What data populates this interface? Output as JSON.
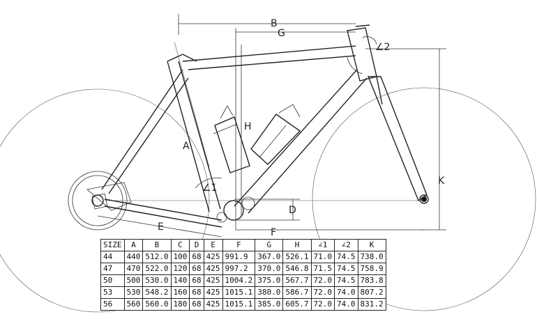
{
  "dimension_labels": {
    "A": "A",
    "B": "B",
    "G": "G",
    "H": "H",
    "E": "E",
    "F": "F",
    "D": "D",
    "K": "K",
    "angle_1": "∠1",
    "angle_2": "∠2"
  },
  "table": {
    "headers": [
      "SIZE",
      "A",
      "B",
      "C",
      "D",
      "E",
      "F",
      "G",
      "H",
      "∠1",
      "∠2",
      "K"
    ],
    "rows": [
      [
        "44",
        "440",
        "512.0",
        "100",
        "68",
        "425",
        "991.9",
        "367.0",
        "526.1",
        "71.0",
        "74.5",
        "738.0"
      ],
      [
        "47",
        "470",
        "522.0",
        "120",
        "68",
        "425",
        "997.2",
        "370.0",
        "546.8",
        "71.5",
        "74.5",
        "758.9"
      ],
      [
        "50",
        "500",
        "530.0",
        "140",
        "68",
        "425",
        "1004.2",
        "375.0",
        "567.7",
        "72.0",
        "74.5",
        "783.8"
      ],
      [
        "53",
        "530",
        "548.2",
        "160",
        "68",
        "425",
        "1015.1",
        "380.0",
        "586.7",
        "72.0",
        "74.0",
        "807.2"
      ],
      [
        "56",
        "560",
        "560.0",
        "180",
        "68",
        "425",
        "1015.1",
        "385.0",
        "605.7",
        "72.0",
        "74.0",
        "831.2"
      ]
    ]
  }
}
